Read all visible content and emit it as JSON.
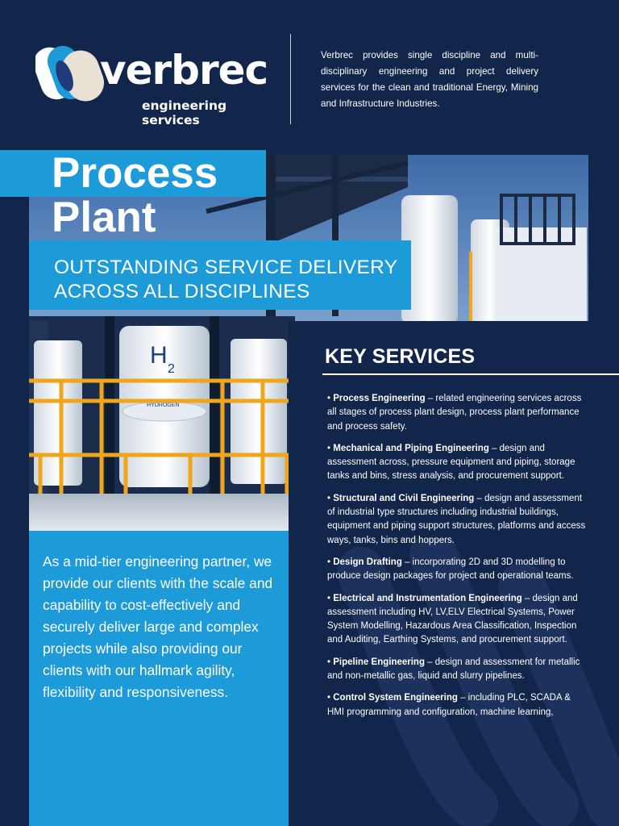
{
  "brand": {
    "name": "verbrec",
    "tagline": "engineering services",
    "colors": {
      "navy": "#12254a",
      "blue": "#1d9ad8",
      "sand": "#e9e1d4",
      "mark_navy": "#1f3b7a"
    }
  },
  "intro": "Verbrec provides single discipline and multi-disciplinary engineering and project delivery services for the clean and traditional Energy, Mining and Infrastructure Industries.",
  "hero": {
    "title_line1": "Process",
    "title_line2": "Plant",
    "subtitle_line1": "OUTSTANDING SERVICE DELIVERY",
    "subtitle_line2": "ACROSS ALL DISCIPLINES",
    "tank_label": "H",
    "tank_label_sub": "2",
    "tank_badge": "HYDROGEN"
  },
  "mid_tier": "As a mid-tier engineering partner, we provide our clients with the scale and capability to cost-effectively and securely deliver large and complex projects while also providing our clients with our hallmark agility, flexibility and responsiveness.",
  "key_services": {
    "title": "KEY SERVICES",
    "bullet": "•",
    "items": [
      {
        "name": "Process Engineering",
        "desc": " – related engineering services across all stages of process plant design, process plant performance and process safety."
      },
      {
        "name": "Mechanical and Piping Engineering",
        "desc": " – design and assessment across, pressure equipment and piping, storage tanks and bins, stress analysis, and procurement support."
      },
      {
        "name": "Structural and Civil Engineering",
        "desc": " – design and assessment of industrial type structures including industrial buildings,  equipment and piping support structures, platforms and access ways, tanks, bins and hoppers."
      },
      {
        "name": "Design Drafting",
        "desc": " – incorporating 2D and 3D modelling to produce design packages for project and operational teams."
      },
      {
        "name": "Electrical and Instrumentation Engineering",
        "desc": " – design and assessment including HV, LV,ELV Electrical Systems, Power System Modelling, Hazardous Area Classification, Inspection and Auditing, Earthing Systems, and procurement support."
      },
      {
        "name": "Pipeline Engineering",
        "desc": " – design and assessment for metallic and non-metallic gas, liquid and slurry pipelines."
      },
      {
        "name": "Control System Engineering",
        "desc": " – including PLC, SCADA & HMI programming and configuration, machine learning,"
      }
    ]
  }
}
